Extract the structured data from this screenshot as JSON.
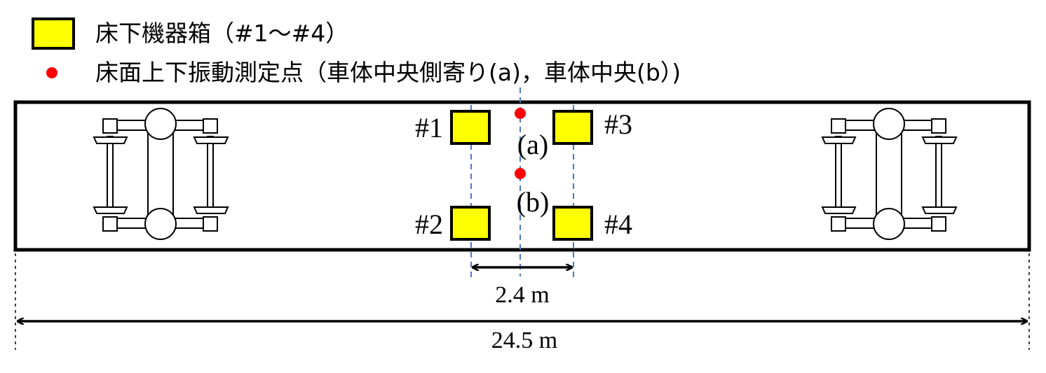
{
  "legend": {
    "box_label": "床下機器箱（#1〜#4）",
    "point_label": "床面上下振動測定点（車体中央側寄り(a)，車体中央(b）)"
  },
  "boxes": [
    {
      "id": "#1",
      "label": "#1"
    },
    {
      "id": "#2",
      "label": "#2"
    },
    {
      "id": "#3",
      "label": "#3"
    },
    {
      "id": "#4",
      "label": "#4"
    }
  ],
  "points": [
    {
      "id": "a",
      "label": "(a)"
    },
    {
      "id": "b",
      "label": "(b)"
    }
  ],
  "dimensions": {
    "box_spacing": "2.4 m",
    "car_length": "24.5 m"
  },
  "colors": {
    "box_fill": "#ffff00",
    "point": "#ff0000",
    "center_line": "#4a78c8",
    "outline": "#000000"
  }
}
